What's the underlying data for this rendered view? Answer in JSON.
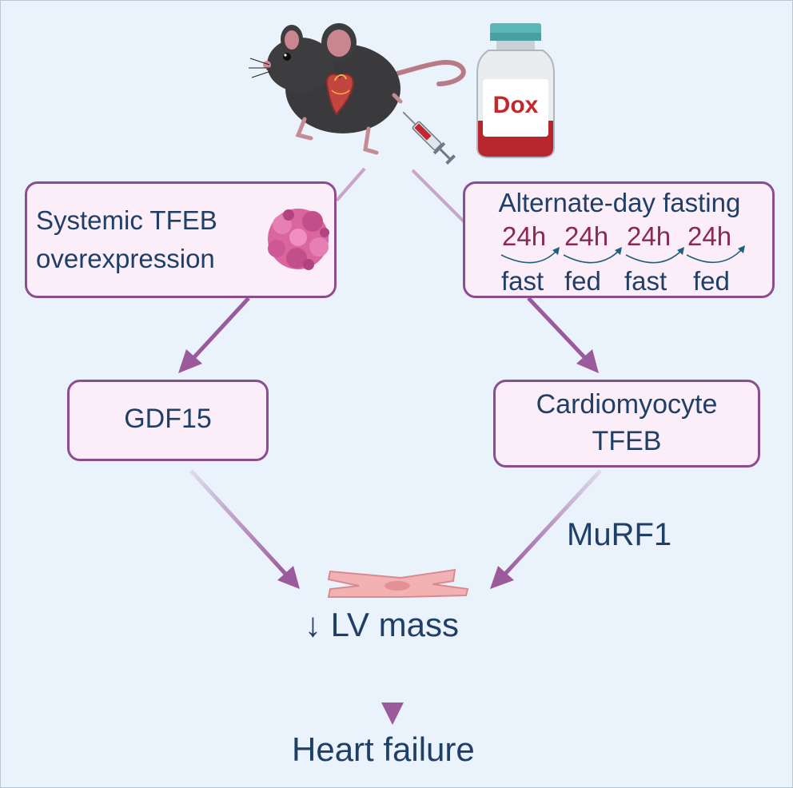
{
  "top": {
    "vial_label": "Dox"
  },
  "left_branch": {
    "box1_line1": "Systemic TFEB",
    "box1_line2": "overexpression",
    "box2": "GDF15"
  },
  "right_branch": {
    "box1_title": "Alternate-day fasting",
    "hours": [
      "24h",
      "24h",
      "24h",
      "24h"
    ],
    "phases": [
      "fast",
      "fed",
      "fast",
      "fed"
    ],
    "box2_line1": "Cardiomyocyte",
    "box2_line2": "TFEB",
    "arrow_label": "MuRF1"
  },
  "outcome": {
    "lv_mass": "↓ LV mass",
    "heart_failure": "Heart failure"
  },
  "colors": {
    "background": "#eaf2fb",
    "box_fill": "#fbeef8",
    "box_border": "#8c4d8e",
    "arrow": "#9b5a9c",
    "text": "#1f3f66",
    "hours_text": "#8a2a52",
    "dox_red": "#c4262b"
  }
}
